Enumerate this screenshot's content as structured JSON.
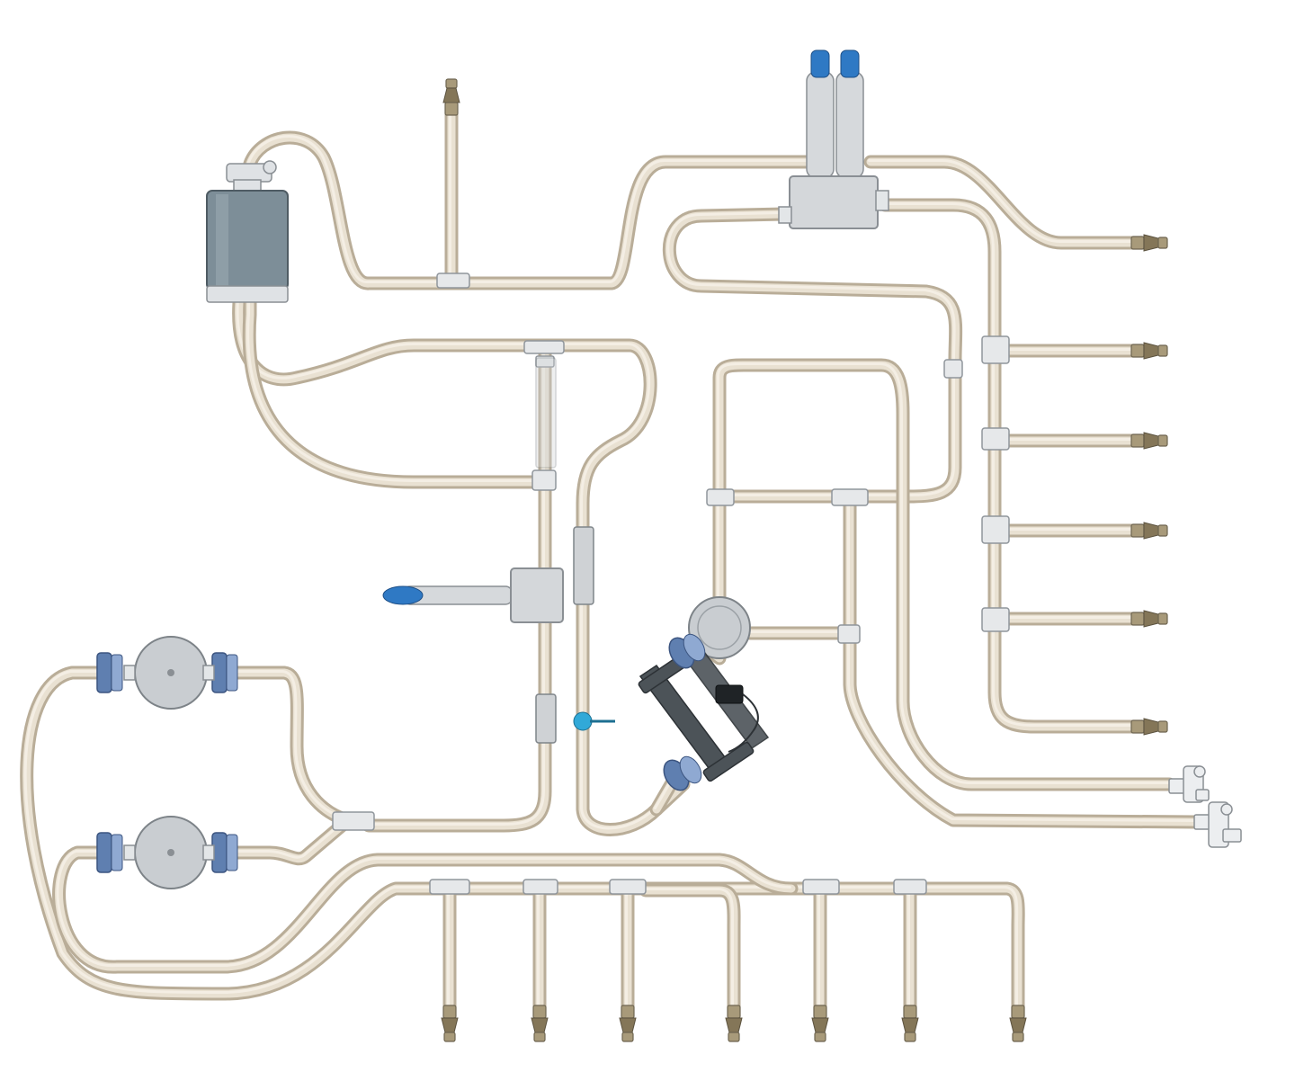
{
  "diagram": {
    "kind": "piping-layout",
    "text_labels": [],
    "components": {
      "filter_tank": {
        "icon": "filter-tank-icon",
        "color": "#7d8e98"
      },
      "sensor_manifold": {
        "icon": "dual-probe-manifold-icon",
        "probe_color": "#2f79c4"
      },
      "pumps": [
        {
          "icon": "pump-icon",
          "flange_color": "#5f7fb0"
        },
        {
          "icon": "pump-icon",
          "flange_color": "#5f7fb0"
        }
      ],
      "side_probe_box": {
        "icon": "probe-box-icon"
      },
      "round_valve": {
        "icon": "round-valve-icon"
      },
      "frame_assembly": {
        "icon": "frame-assembly-icon",
        "color": "#4c5358"
      },
      "blue_valve": {
        "icon": "blue-valve-icon",
        "color": "#31a9d8"
      },
      "tube_color": "#e9e1d2",
      "right_outlets": 6,
      "bottom_outlets": 7,
      "top_inlet": 1,
      "bracket_outlets": 2
    }
  }
}
